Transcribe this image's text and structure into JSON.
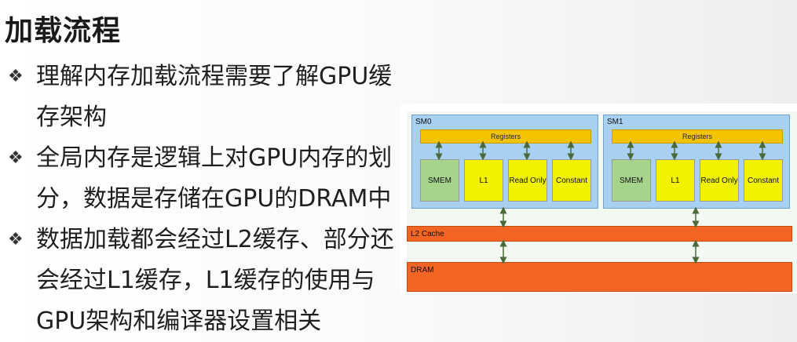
{
  "slide": {
    "title": "加载流程",
    "bullet_mark": "❖",
    "bullets": [
      {
        "lines": [
          "理解内存加载流程需要了解GPU缓",
          "存架构"
        ]
      },
      {
        "lines": [
          "全局内存是逻辑上对GPU内存的划",
          "分，数据是存储在GPU的DRAM中"
        ]
      },
      {
        "lines": [
          "数据加载都会经过L2缓存、部分还",
          "会经过L1缓存，L1缓存的使用与",
          "GPU架构和编译器设置相关"
        ]
      }
    ]
  },
  "diagram": {
    "sm0": {
      "label": "SM0",
      "registers": "Registers",
      "units": [
        "SMEM",
        "L1",
        "Read Only",
        "Constant"
      ]
    },
    "sm1": {
      "label": "SM1",
      "registers": "Registers",
      "units": [
        "SMEM",
        "L1",
        "Read Only",
        "Constant"
      ]
    },
    "l2": "L2 Cache",
    "dram": "DRAM",
    "colors": {
      "sm": "#a8d0f0",
      "registers": "#f5c400",
      "smem": "#a7d48c",
      "cache_units": "#f2f200",
      "memory_bars": "#f26522",
      "arrows": "#4a6a3a"
    }
  }
}
